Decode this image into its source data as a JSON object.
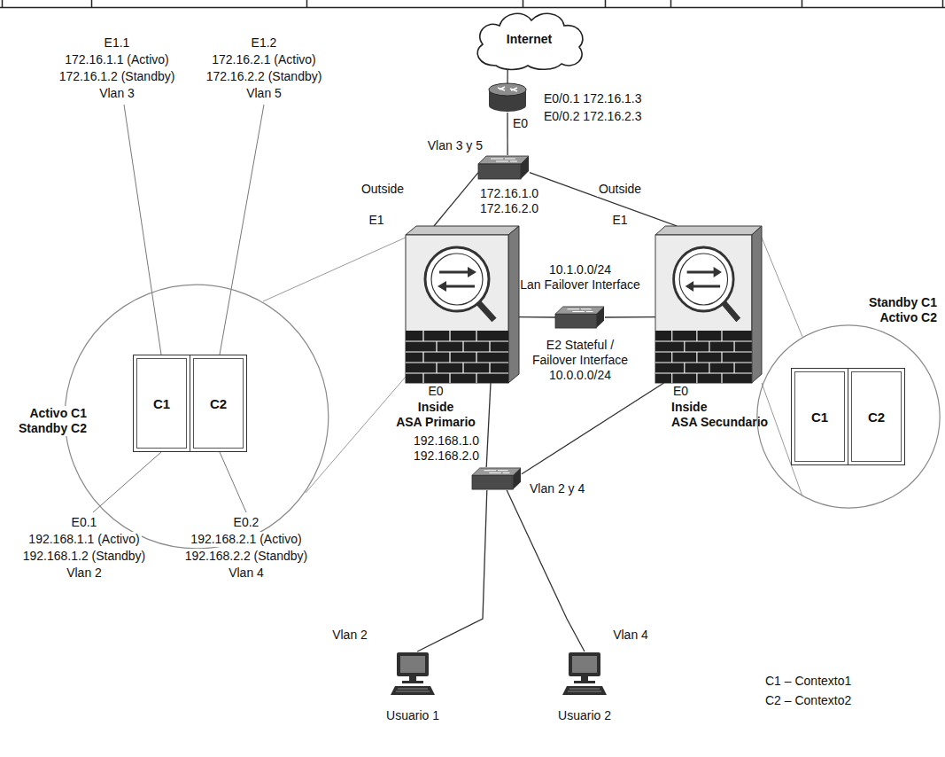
{
  "diagram": {
    "nodes": [
      {
        "text": [
          "Internet"
        ]
      },
      {
        "text": [
          "E0"
        ]
      },
      {
        "text": [
          "Vlan 3 y 5",
          "172.16.1.0 172.16.2.0"
        ]
      },
      {
        "text": [
          "Inside ASA Primario"
        ]
      },
      {
        "text": [
          "10.1.0.0/24 Lan Failover Interface",
          "E2 Stateful / Failover Interface 10.0.0.0/24"
        ]
      },
      {
        "text": [
          "Inside ASA Secundario"
        ]
      },
      {
        "text": [
          "192.168.1.0 192.168.2.0",
          "Vlan 2 y 4"
        ]
      },
      {
        "text": [
          "Usuario 1"
        ]
      },
      {
        "text": [
          "Usuario 2"
        ]
      },
      {
        "text": [
          "Activo C1 Standby C2"
        ]
      },
      {
        "text": [
          "C1"
        ],
        "in": 9
      },
      {
        "text": [
          "C2"
        ],
        "in": 9
      },
      {
        "text": [
          "Standby C1 Activo C2"
        ]
      },
      {
        "text": [
          "C1"
        ],
        "in": 12
      },
      {
        "text": [
          "C2"
        ],
        "in": 12
      }
    ],
    "edges": [
      {
        "from": 0,
        "to": 1,
        "arrow": "none"
      },
      {
        "from": 1,
        "to": 2,
        "arrow": "none"
      },
      {
        "from": 2,
        "to": 3,
        "arrow": "none"
      },
      {
        "from": 2,
        "to": 5,
        "arrow": "none"
      },
      {
        "from": 3,
        "to": 4,
        "arrow": "none"
      },
      {
        "from": 4,
        "to": 5,
        "arrow": "none"
      },
      {
        "from": 3,
        "to": 6,
        "arrow": "none"
      },
      {
        "from": 5,
        "to": 6,
        "arrow": "none"
      },
      {
        "from": 6,
        "to": 7,
        "arrow": "none"
      },
      {
        "from": 6,
        "to": 8,
        "arrow": "none"
      },
      {
        "from": 9,
        "to": 3,
        "arrow": "none"
      },
      {
        "from": 12,
        "to": 5,
        "arrow": "none"
      }
    ],
    "labels": [
      "E0/0.1 172.16.1.3",
      "E0/0.2 172.16.2.3",
      "Outside",
      "Outside",
      "E1",
      "E1",
      "E0",
      "E0",
      "E1.1",
      "172.16.1.1 (Activo)",
      "172.16.1.2 (Standby)",
      "Vlan 3",
      "E1.2",
      "172.16.2.1 (Activo)",
      "172.16.2.2 (Standby)",
      "Vlan 5",
      "E0.1",
      "192.168.1.1 (Activo)",
      "192.168.1.2 (Standby)",
      "Vlan 2",
      "E0.2",
      "192.168.2.1 (Activo)",
      "192.168.2.2 (Standby)",
      "Vlan 4",
      "Vlan 2",
      "Vlan 4",
      "C1 – Contexto1",
      "C2 – Contexto2"
    ]
  }
}
